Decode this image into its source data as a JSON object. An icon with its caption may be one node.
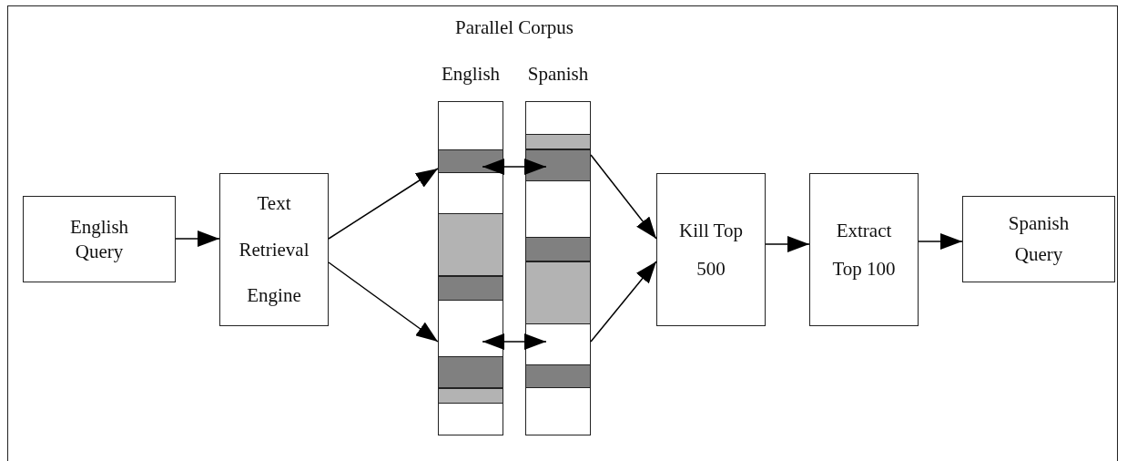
{
  "diagram": {
    "nodes": [
      {
        "text": [
          "English Query"
        ]
      },
      {
        "text": [
          "Text Retrieval Engine"
        ]
      },
      {
        "text": [
          "English"
        ]
      },
      {
        "text": [
          "Spanish"
        ]
      },
      {
        "text": [
          "Kill Top 500"
        ]
      },
      {
        "text": [
          "Extract Top 100"
        ]
      },
      {
        "text": [
          "Spanish Query"
        ]
      }
    ],
    "edges": [
      {
        "from": 0,
        "to": 1,
        "arrow": "to"
      },
      {
        "from": 1,
        "to": 2,
        "arrow": "to"
      },
      {
        "from": 1,
        "to": 2,
        "arrow": "to"
      },
      {
        "from": 2,
        "to": 3,
        "arrow": "both"
      },
      {
        "from": 2,
        "to": 3,
        "arrow": "both"
      },
      {
        "from": 3,
        "to": 4,
        "arrow": "to"
      },
      {
        "from": 3,
        "to": 4,
        "arrow": "to"
      },
      {
        "from": 4,
        "to": 5,
        "arrow": "to"
      },
      {
        "from": 5,
        "to": 6,
        "arrow": "to"
      }
    ],
    "labels": [
      "Parallel Corpus"
    ]
  }
}
